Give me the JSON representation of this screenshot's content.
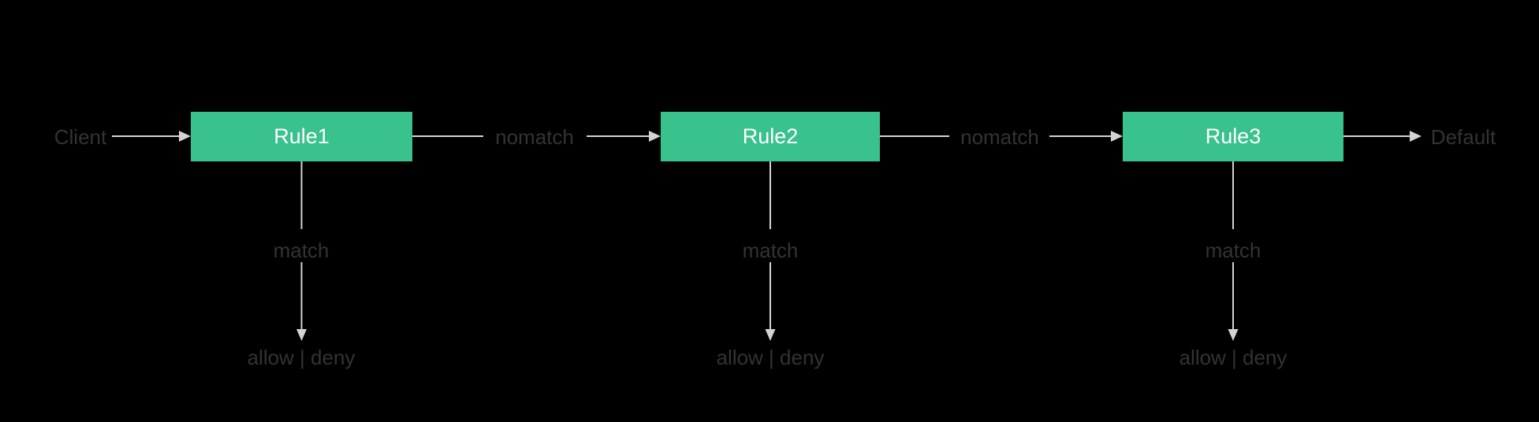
{
  "diagram": {
    "type": "flowchart",
    "direction": "left-to-right",
    "colors": {
      "background": "#000000",
      "node_fill": "#3ac28e",
      "node_text": "#ffffff",
      "edge_stroke": "#d3d3d3",
      "label_text": "#333333"
    },
    "endpoints": {
      "start": "Client",
      "end": "Default"
    },
    "nodes": [
      {
        "label": "Rule1"
      },
      {
        "label": "Rule2"
      },
      {
        "label": "Rule3"
      }
    ],
    "edge_labels": {
      "nomatch": "nomatch",
      "match": "match",
      "outcome": "allow | deny"
    }
  }
}
